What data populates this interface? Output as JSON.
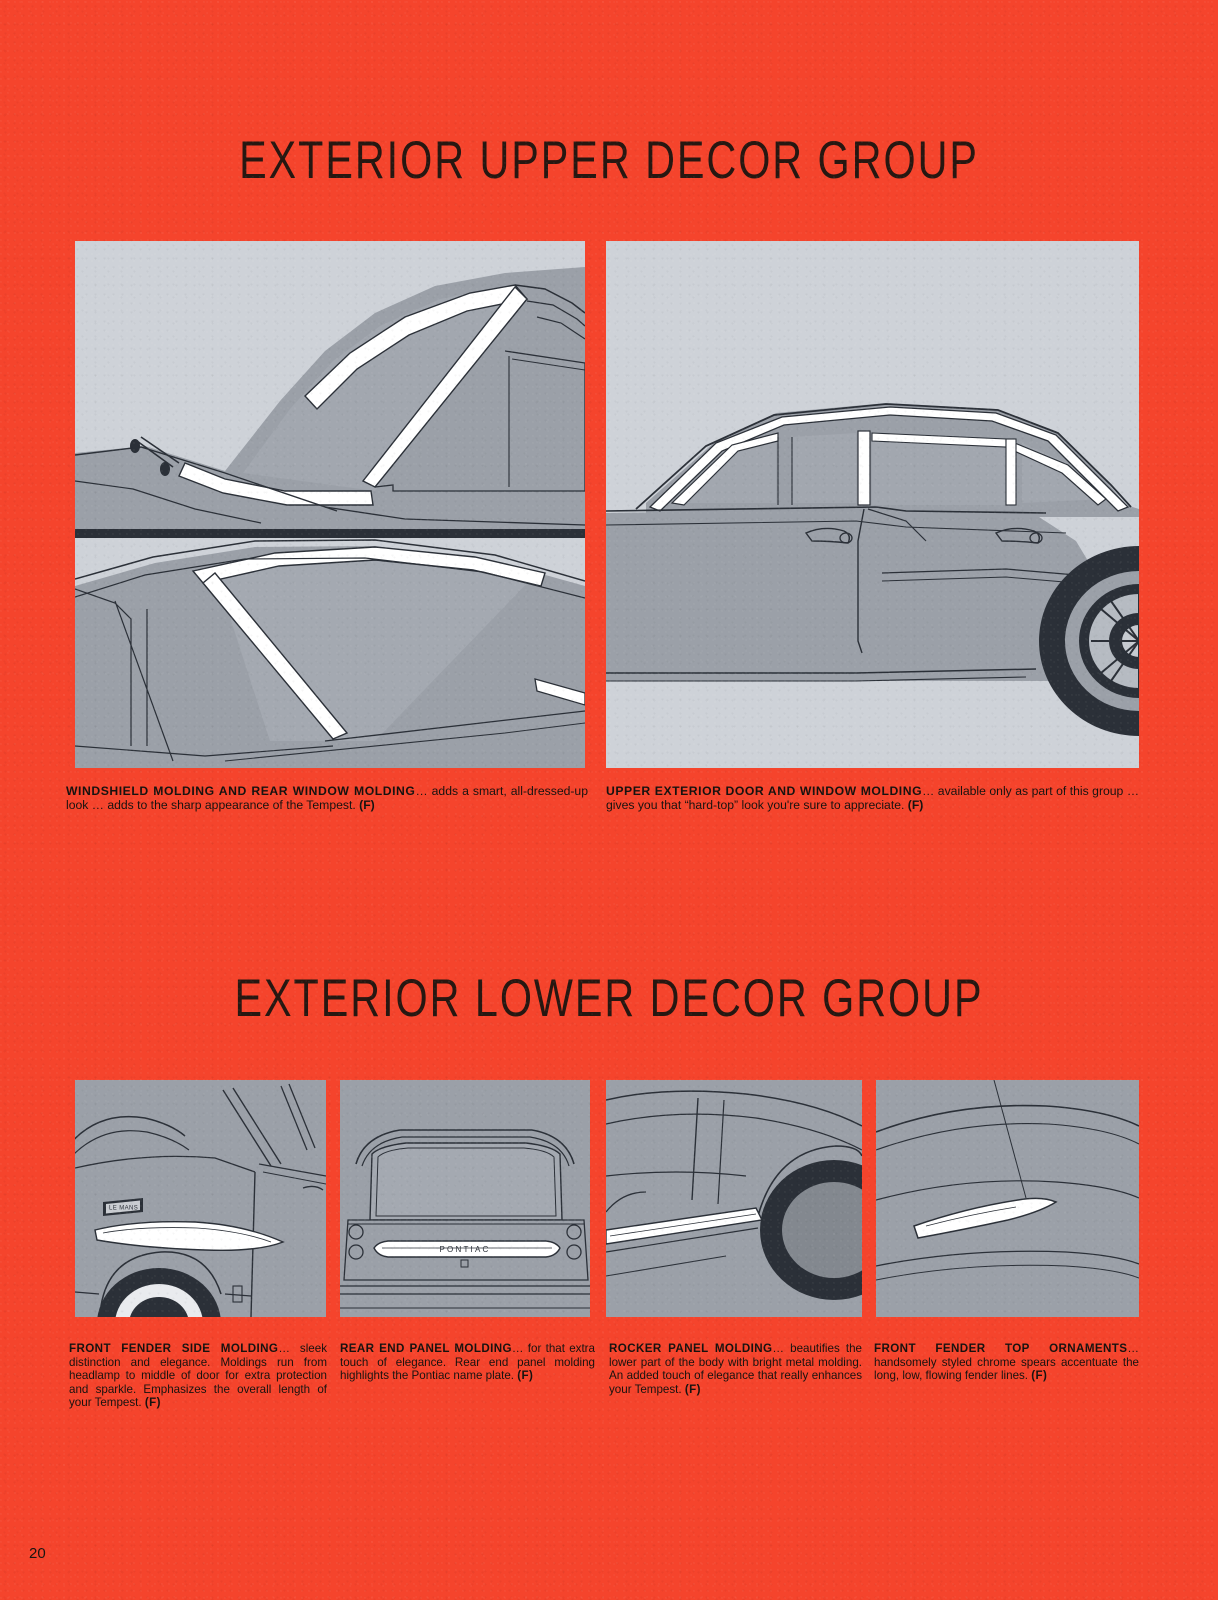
{
  "page": {
    "background_color": "#f5442c",
    "number": "20"
  },
  "sections": {
    "upper": {
      "title": "EXTERIOR UPPER DECOR GROUP",
      "items": [
        {
          "name": "windshield-molding",
          "heading": "WINDSHIELD MOLDING AND REAR WINDOW MOLDING",
          "body": "… adds a smart, all-dressed-up look … adds to the sharp appearance of the Tempest.",
          "code": "(F)"
        },
        {
          "name": "upper-exterior-door-and-window-molding",
          "heading": "UPPER EXTERIOR DOOR AND WINDOW MOLDING",
          "body": "… available only as part of this group … gives you that “hard-top” look you're sure to appreciate.",
          "code": "(F)"
        }
      ]
    },
    "lower": {
      "title": "EXTERIOR LOWER DECOR GROUP",
      "items": [
        {
          "name": "front-fender-side-molding",
          "heading": "FRONT FENDER SIDE MOLDING",
          "body": "… sleek distinction and elegance. Moldings run from headlamp to middle of door for extra protection and sparkle. Emphasizes the overall length of your Tempest.",
          "code": "(F)"
        },
        {
          "name": "rear-end-panel-molding",
          "heading": "REAR END PANEL MOLDING",
          "body": "… for that extra touch of elegance. Rear end panel molding highlights the Pontiac name plate.",
          "code": "(F)"
        },
        {
          "name": "rocker-panel-molding",
          "heading": "ROCKER PANEL MOLDING",
          "body": "… beautifies the lower part of the body with bright metal molding. An added touch of elegance that really enhances your Tempest.",
          "code": "(F)"
        },
        {
          "name": "front-fender-top-ornaments",
          "heading": "FRONT FENDER TOP ORNAMENTS",
          "body": "… handsomely styled chrome spears accentuate the long, low, flowing fender lines.",
          "code": "(F)"
        }
      ]
    }
  },
  "illustrations": {
    "windshield": {
      "alt": "windshield-and-rear-window-illustration",
      "badge_text": ""
    },
    "sideview": {
      "alt": "four-door-sedan-side-view-illustration"
    },
    "fender": {
      "alt": "front-fender-side-molding-illustration",
      "badge_text": "LE MANS"
    },
    "rearend": {
      "alt": "rear-end-panel-molding-illustration",
      "nameplate_text": "PONTIAC"
    },
    "rocker": {
      "alt": "rocker-panel-molding-illustration"
    },
    "ornament": {
      "alt": "front-fender-top-ornament-illustration"
    }
  },
  "colors": {
    "background": "#f5442c",
    "panel_fill": "#ced2d8",
    "body_gray": "#9ba0a8",
    "line": "#2b3038",
    "chrome": "#ffffff",
    "text": "#17120f"
  }
}
